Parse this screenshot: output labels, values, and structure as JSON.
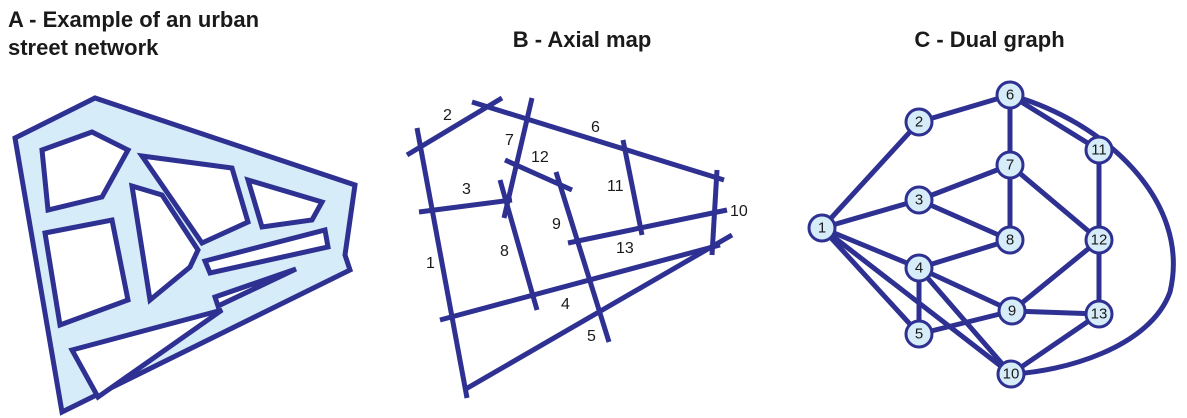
{
  "panels": {
    "a": {
      "title": "A - Example of an urban\nstreet network"
    },
    "b": {
      "title": "B - Axial map",
      "lines": [
        {
          "id": "1",
          "label": "1"
        },
        {
          "id": "2",
          "label": "2"
        },
        {
          "id": "3",
          "label": "3"
        },
        {
          "id": "4",
          "label": "4"
        },
        {
          "id": "5",
          "label": "5"
        },
        {
          "id": "6",
          "label": "6"
        },
        {
          "id": "7",
          "label": "7"
        },
        {
          "id": "8",
          "label": "8"
        },
        {
          "id": "9",
          "label": "9"
        },
        {
          "id": "10",
          "label": "10"
        },
        {
          "id": "11",
          "label": "11"
        },
        {
          "id": "12",
          "label": "12"
        },
        {
          "id": "13",
          "label": "13"
        }
      ]
    },
    "c": {
      "title": "C - Dual graph",
      "nodes": [
        {
          "id": "1",
          "label": "1"
        },
        {
          "id": "2",
          "label": "2"
        },
        {
          "id": "3",
          "label": "3"
        },
        {
          "id": "4",
          "label": "4"
        },
        {
          "id": "5",
          "label": "5"
        },
        {
          "id": "6",
          "label": "6"
        },
        {
          "id": "7",
          "label": "7"
        },
        {
          "id": "8",
          "label": "8"
        },
        {
          "id": "9",
          "label": "9"
        },
        {
          "id": "10",
          "label": "10"
        },
        {
          "id": "11",
          "label": "11"
        },
        {
          "id": "12",
          "label": "12"
        },
        {
          "id": "13",
          "label": "13"
        }
      ],
      "edges": [
        [
          "1",
          "2"
        ],
        [
          "2",
          "6"
        ],
        [
          "1",
          "3"
        ],
        [
          "1",
          "4"
        ],
        [
          "1",
          "5"
        ],
        [
          "1",
          "10"
        ],
        [
          "6",
          "7"
        ],
        [
          "6",
          "11"
        ],
        [
          "6",
          "10"
        ],
        [
          "3",
          "7"
        ],
        [
          "3",
          "8"
        ],
        [
          "7",
          "8"
        ],
        [
          "7",
          "12"
        ],
        [
          "4",
          "8"
        ],
        [
          "12",
          "9"
        ],
        [
          "11",
          "13"
        ],
        [
          "4",
          "5"
        ],
        [
          "4",
          "9"
        ],
        [
          "4",
          "10"
        ],
        [
          "5",
          "9"
        ],
        [
          "9",
          "13"
        ],
        [
          "10",
          "13"
        ]
      ]
    }
  },
  "colors": {
    "stroke": "#2e3192",
    "fill": "#d6ecf8",
    "text": "#1a1a1a"
  }
}
